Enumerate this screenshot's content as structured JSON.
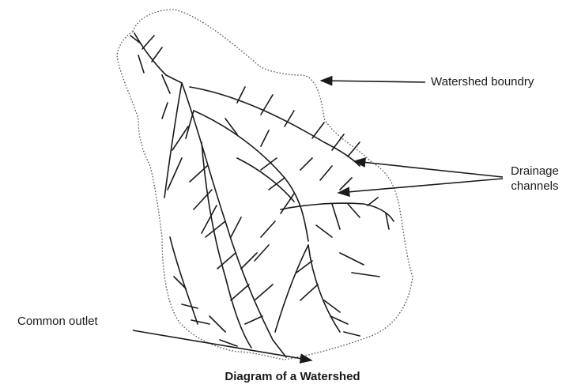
{
  "labels": {
    "watershed_boundary": "Watershed boundry",
    "drainage_channels": [
      "Drainage",
      "channels"
    ],
    "common_outlet": "Common outlet"
  },
  "caption": "Diagram of a Watershed",
  "colors": {
    "ink": "#1a1a1a",
    "boundary": "#555555",
    "background": "#ffffff"
  }
}
